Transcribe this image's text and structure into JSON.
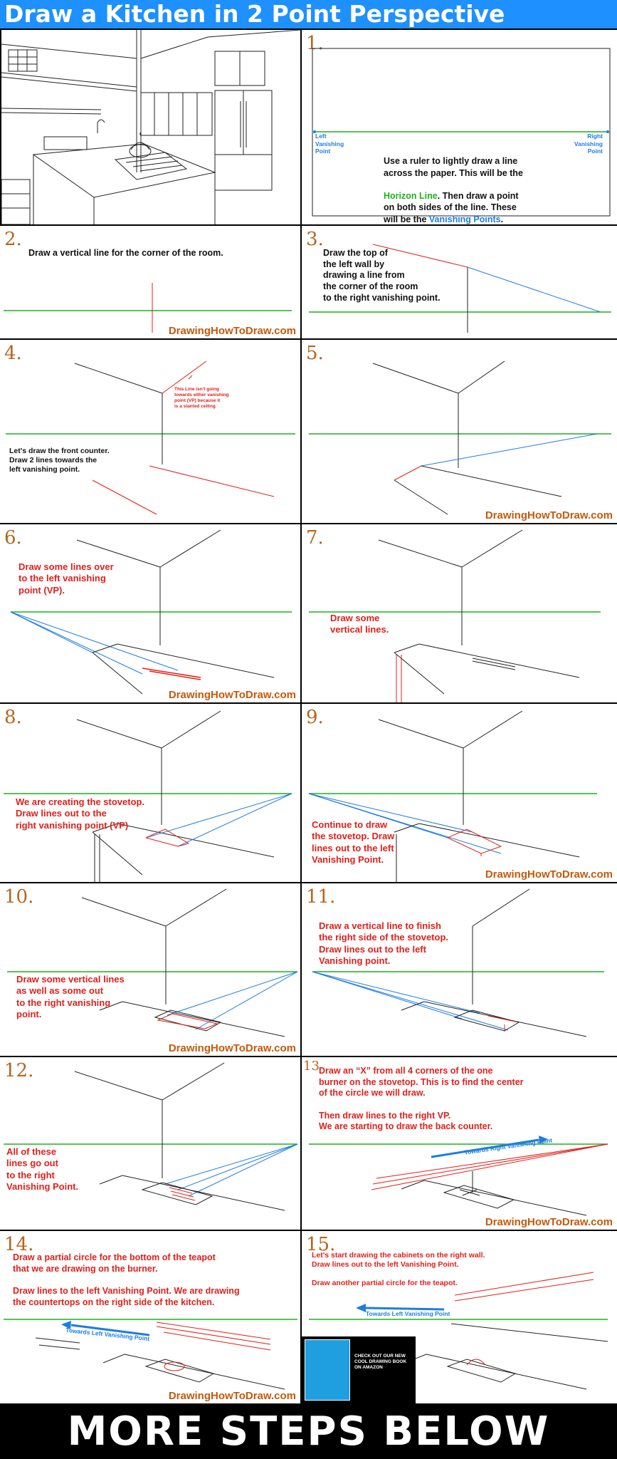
{
  "title": "Draw a Kitchen in 2 Point Perspective",
  "footer": "MORE STEPS BELOW",
  "credit": "DrawingHowToDraw.com",
  "colors": {
    "title_bg": "#1e90ff",
    "horizon": "#1db21d",
    "vanishing": "#1e7de0",
    "instruction": "#e0201b",
    "number": "#b5651d",
    "credit": "#c45a0a"
  },
  "steps": {
    "s1": {
      "num": "1.",
      "left_vp": "Left\nVanishing\nPoint",
      "right_vp": "Right\nVanishing\nPoint",
      "t1": "Use a ruler to lightly draw a line\nacross the paper. This will be the",
      "t2": "Horizon Line",
      "t3": ". Then draw a point\non both sides of the line. These\nwill be the ",
      "t4": "Vanishing Points",
      "t5": "."
    },
    "s2": {
      "num": "2.",
      "text": "Draw a vertical line for the corner of the room."
    },
    "s3": {
      "num": "3.",
      "text": "Draw the top of\nthe left wall by\ndrawing a line from\nthe corner of the room\nto the right vanishing point."
    },
    "s4": {
      "num": "4.",
      "note": "This Line isn't going\ntowards either vanishing\npoint (VP) because it\nis a slanted ceiling",
      "text": "Let's draw the front counter.\nDraw 2 lines towards the\nleft vanishing point."
    },
    "s5": {
      "num": "5."
    },
    "s6": {
      "num": "6.",
      "text": "Draw some lines over\nto the left vanishing\npoint (VP)."
    },
    "s7": {
      "num": "7.",
      "text": "Draw some\nvertical lines."
    },
    "s8": {
      "num": "8.",
      "text": "We are creating the stovetop.\nDraw lines out to the\nright vanishing point (VP)"
    },
    "s9": {
      "num": "9.",
      "text": "Continue to draw\nthe stovetop. Draw\nlines out to the left\nVanishing Point."
    },
    "s10": {
      "num": "10.",
      "text": "Draw some vertical lines\nas well as some out\nto the right vanishing\npoint."
    },
    "s11": {
      "num": "11.",
      "text": "Draw a vertical line to finish\nthe right side of the stovetop.\nDraw lines out to the left\nVanishing point."
    },
    "s12": {
      "num": "12.",
      "text": "All of these\nlines go out\nto the right\nVanishing Point."
    },
    "s13": {
      "num": "13",
      "text": "Draw an “X” from all 4 corners of the one\nburner on the stovetop. This is to find the center\nof the circle we will draw.\n\nThen draw lines to the right VP.\nWe are starting to draw the back counter.",
      "arrow": "Towards Right Vanishing Point"
    },
    "s14": {
      "num": "14.",
      "text": "Draw a partial circle for the bottom of the teapot\nthat we are drawing on the burner.\n\nDraw lines to the left Vanishing Point. We are drawing\nthe countertops on the right side of the kitchen.",
      "arrow": "Towards Left Vanishing Point"
    },
    "s15": {
      "num": "15.",
      "text": "Let's start drawing the cabinets on the right wall.\nDraw lines out to the left Vanishing Point.\n\nDraw another partial circle for the teapot.",
      "arrow": "Towards Left Vanishing Point",
      "book": "CHECK OUT OUR NEW\nCOOL DRAWING BOOK\nON AMAZON"
    }
  }
}
